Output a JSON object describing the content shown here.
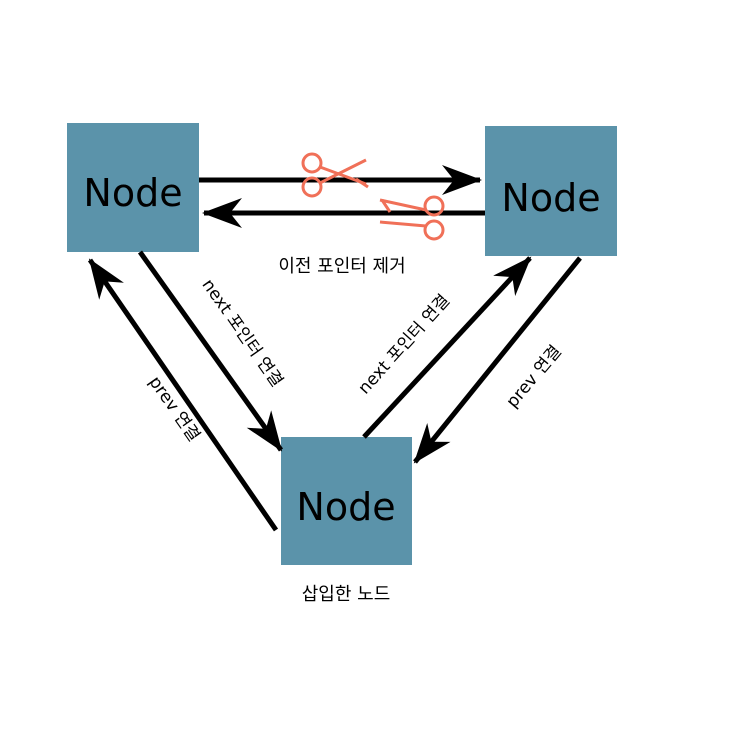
{
  "nodes": {
    "top_left": {
      "label": "Node"
    },
    "top_right": {
      "label": "Node"
    },
    "bottom": {
      "label": "Node"
    }
  },
  "labels": {
    "remove_prev_pointer": "이전 포인터 제거",
    "inserted_node": "삽입한 노드",
    "next_link_left": "next 포인터 연결",
    "prev_link_left": "prev 연결",
    "next_link_right": "next 포인터 연결",
    "prev_link_right": "prev 연결"
  },
  "colors": {
    "node_fill": "#5b93aa",
    "scissors": "#f07058",
    "arrow": "#000000"
  },
  "icons": [
    "scissors-icon",
    "scissors-icon"
  ]
}
